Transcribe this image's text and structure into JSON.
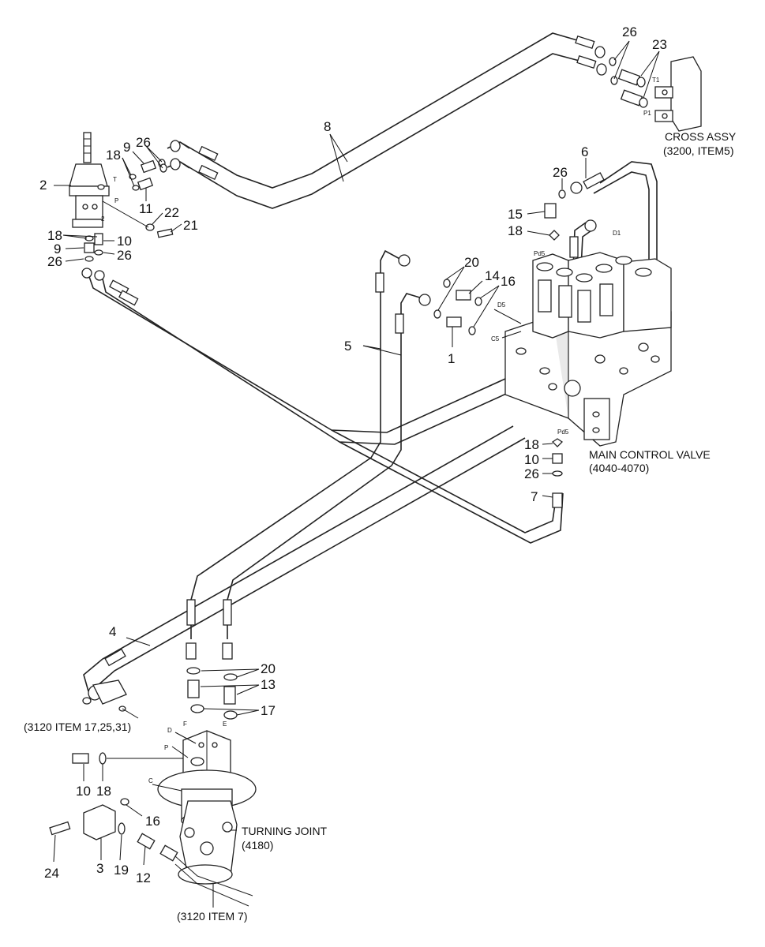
{
  "part_numbers": {
    "n1": "1",
    "n2": "2",
    "n3": "3",
    "n4": "4",
    "n5": "5",
    "n6": "6",
    "n7": "7",
    "n8": "8",
    "n9a": "9",
    "n9b": "9",
    "n10a": "10",
    "n10b": "10",
    "n10c": "10",
    "n11": "11",
    "n12": "12",
    "n13": "13",
    "n14": "14",
    "n15": "15",
    "n16a": "16",
    "n16b": "16",
    "n17": "17",
    "n18a": "18",
    "n18b": "18",
    "n18c": "18",
    "n18d": "18",
    "n18e": "18",
    "n19": "19",
    "n20a": "20",
    "n20b": "20",
    "n21": "21",
    "n22": "22",
    "n23": "23",
    "n24": "24",
    "n26a": "26",
    "n26b": "26",
    "n26c": "26",
    "n26d": "26",
    "n26e": "26",
    "n26f": "26"
  },
  "callouts": {
    "cross_assy_1": "CROSS ASSY",
    "cross_assy_2": "(3200, ITEM5)",
    "main_control_valve_1": "MAIN CONTROL VALVE",
    "main_control_valve_2": "(4040-4070)",
    "turning_joint_1": "TURNING JOINT",
    "turning_joint_2": "(4180)",
    "ref_3120_17": "(3120 ITEM 17,25,31)",
    "ref_3120_7": "(3120 ITEM 7)"
  },
  "port_labels": {
    "t1": "T1",
    "p1": "P1",
    "d1": "D1",
    "pd5_top": "Pd5",
    "d5": "D5",
    "c5": "C5",
    "pd5_bottom": "Pd5",
    "t": "T",
    "p": "P",
    "two": "2",
    "d": "D",
    "f": "F",
    "e": "E",
    "p_tj": "P",
    "c": "C"
  }
}
